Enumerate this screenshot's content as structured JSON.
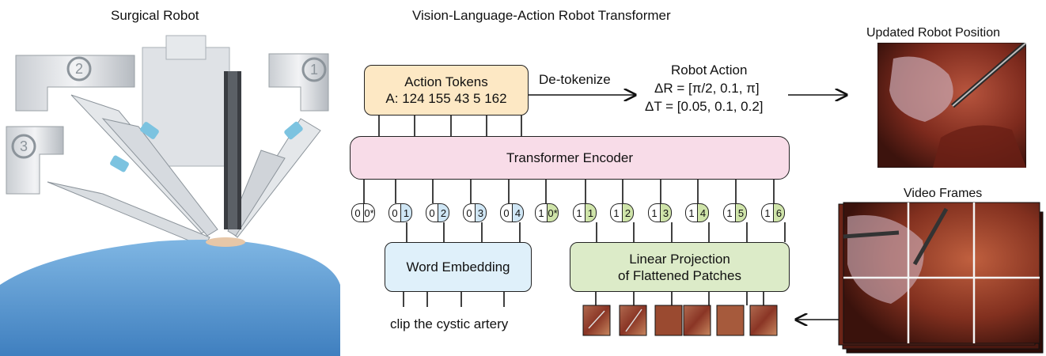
{
  "titles": {
    "left": "Surgical Robot",
    "center": "Vision-Language-Action Robot Transformer",
    "updated": "Updated Robot Position",
    "video": "Video Frames"
  },
  "action_tokens": {
    "title": "Action Tokens",
    "values": "A: 124 155 43 5 162"
  },
  "detokenize": "De-tokenize",
  "robot_action": {
    "title": "Robot Action",
    "dR": "ΔR = [π/2, 0.1, π]",
    "dT": "ΔT = [0.05, 0.1, 0.2]"
  },
  "encoder": "Transformer Encoder",
  "word_embedding": "Word Embedding",
  "projection": {
    "line1": "Linear Projection",
    "line2": "of Flattened Patches"
  },
  "instruction": "clip the cystic artery",
  "robot_arm_numbers": [
    "2",
    "1",
    "3"
  ],
  "tokens": [
    {
      "a": "0",
      "b": "0*",
      "kind": "white"
    },
    {
      "a": "0",
      "b": "1",
      "kind": "blue"
    },
    {
      "a": "0",
      "b": "2",
      "kind": "blue"
    },
    {
      "a": "0",
      "b": "3",
      "kind": "blue"
    },
    {
      "a": "0",
      "b": "4",
      "kind": "blue"
    },
    {
      "a": "1",
      "b": "0*",
      "kind": "green"
    },
    {
      "a": "1",
      "b": "1",
      "kind": "green"
    },
    {
      "a": "1",
      "b": "2",
      "kind": "green"
    },
    {
      "a": "1",
      "b": "3",
      "kind": "green"
    },
    {
      "a": "1",
      "b": "4",
      "kind": "green"
    },
    {
      "a": "1",
      "b": "5",
      "kind": "green"
    },
    {
      "a": "1",
      "b": "6",
      "kind": "green"
    }
  ],
  "colors": {
    "action_tokens_fill": "#fde8c4",
    "encoder_fill": "#f8dce8",
    "word_embedding_fill": "#dff0fa",
    "projection_fill": "#dcebc8",
    "token_blue": "#cfe6f5",
    "token_green": "#cfe4a9",
    "drape_blue": "#6ca6d9",
    "tissue_red": "#8c3a2a"
  }
}
